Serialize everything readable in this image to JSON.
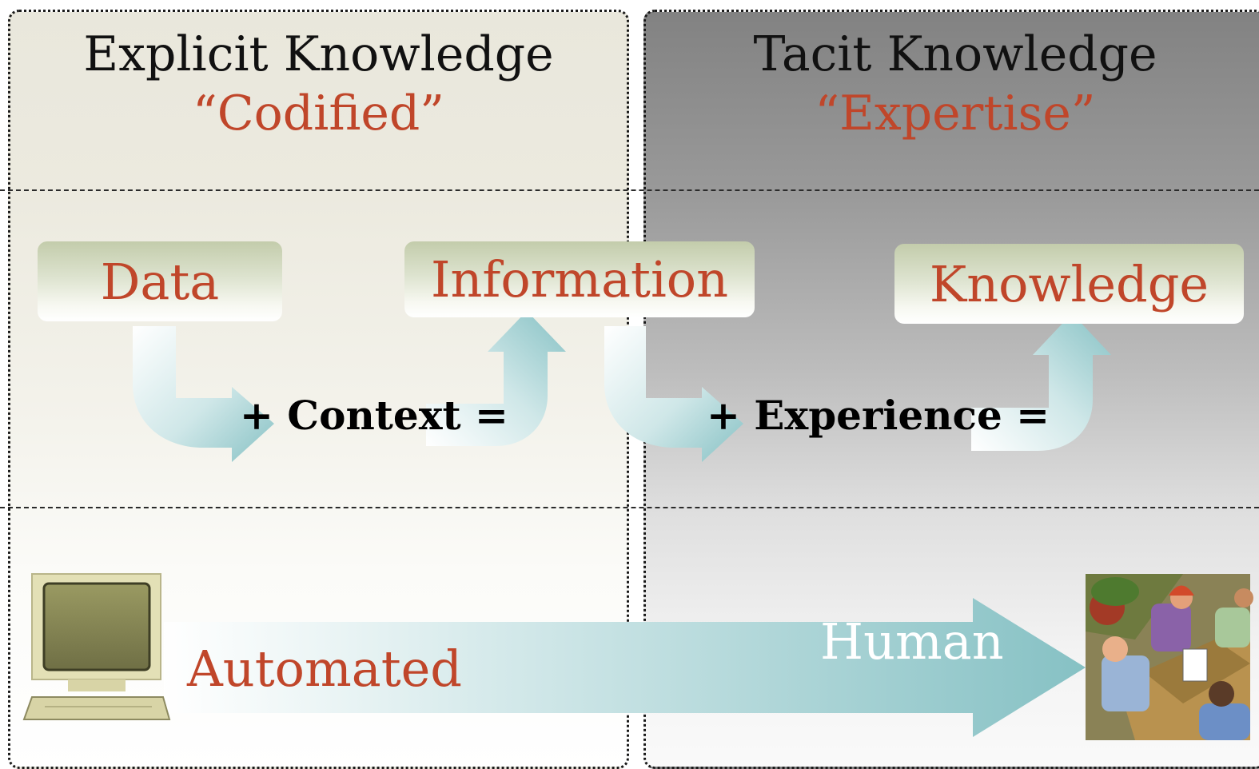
{
  "columns": {
    "explicit": {
      "title": "Explicit Knowledge",
      "subtitle": "“Codified”"
    },
    "tacit": {
      "title": "Tacit Knowledge",
      "subtitle": "“Expertise”"
    }
  },
  "flow": {
    "data": "Data",
    "information": "Information",
    "knowledge": "Knowledge",
    "context_op": "+  Context =",
    "experience_op": "+  Experience ="
  },
  "spectrum": {
    "start": "Automated",
    "end": "Human"
  },
  "colors": {
    "accent": "#c0462a",
    "arrow": "#8cc3c6",
    "box_top": "#c3ccab"
  },
  "icons": {
    "start": "computer-icon",
    "end": "business-meeting-icon"
  }
}
